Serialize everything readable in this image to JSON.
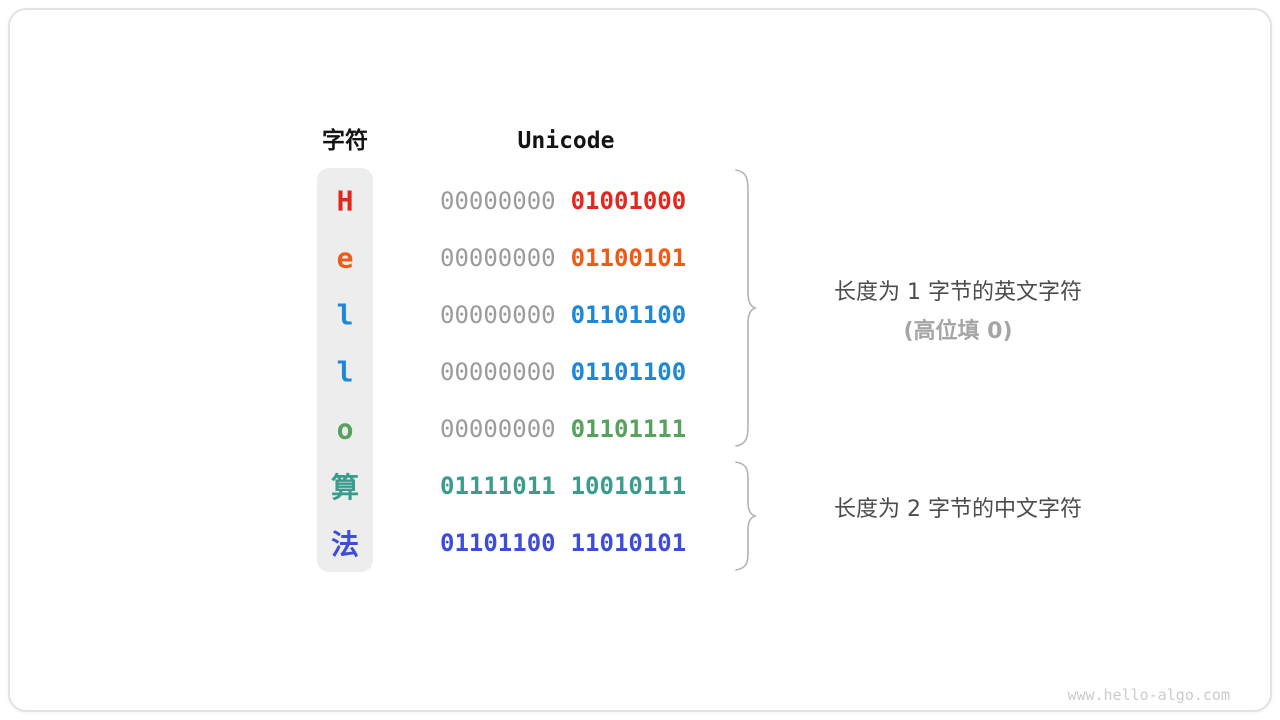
{
  "figure": {
    "headers": {
      "char": "字符",
      "unicode": "Unicode"
    },
    "rows": [
      {
        "char": "H",
        "byte1": "00000000",
        "byte2": "01001000",
        "color": "#e2281e"
      },
      {
        "char": "e",
        "byte1": "00000000",
        "byte2": "01100101",
        "color": "#ee5b17"
      },
      {
        "char": "l",
        "byte1": "00000000",
        "byte2": "01101100",
        "color": "#1e88d7"
      },
      {
        "char": "l",
        "byte1": "00000000",
        "byte2": "01101100",
        "color": "#1e88d7"
      },
      {
        "char": "o",
        "byte1": "00000000",
        "byte2": "01101111",
        "color": "#56a15c"
      },
      {
        "char": "算",
        "byte1": "01111011",
        "byte2": "10010111",
        "color": "#3a9c8c"
      },
      {
        "char": "法",
        "byte1": "01101100",
        "byte2": "11010101",
        "color": "#3e4cda"
      }
    ],
    "annotations": {
      "group1_line1": "长度为 1 字节的英文字符",
      "group1_line2": "(高位填 0)",
      "group2_line1": "长度为 2 字节的中文字符"
    },
    "watermark": "www.hello-algo.com",
    "palette": {
      "muted_bits": "#9b9b9b",
      "column_bg": "#ededed",
      "brace": "#b4b4b4",
      "annotation_dark": "#4c4c4c",
      "annotation_gray": "#a5a5a5"
    }
  }
}
